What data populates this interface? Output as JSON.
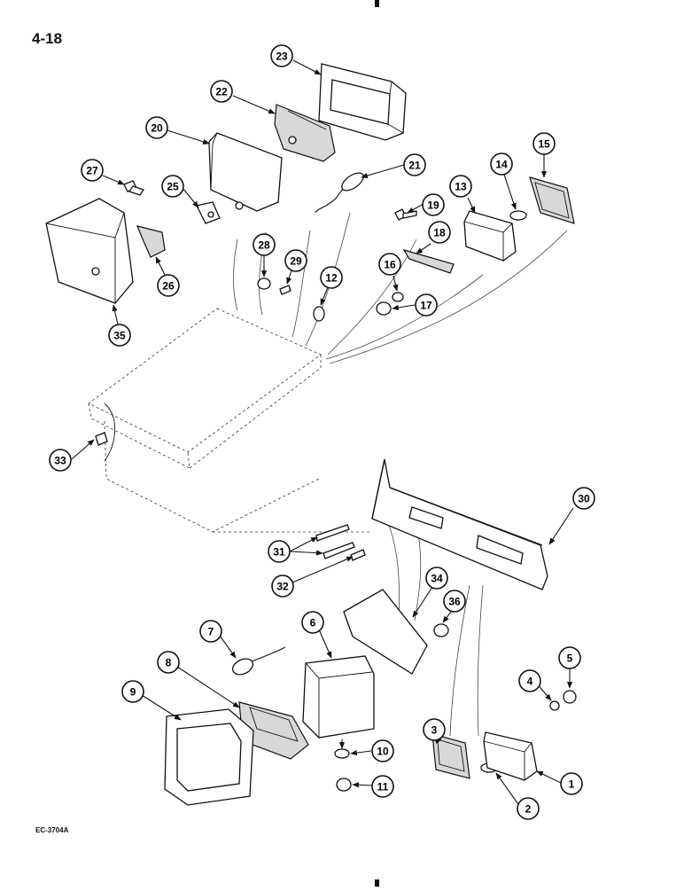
{
  "page": {
    "number": "4-18",
    "ref_code": "EC-3704A"
  },
  "callouts": [
    "1",
    "2",
    "3",
    "4",
    "5",
    "6",
    "7",
    "8",
    "9",
    "10",
    "11",
    "12",
    "13",
    "14",
    "15",
    "16",
    "17",
    "18",
    "19",
    "20",
    "21",
    "22",
    "23",
    "25",
    "26",
    "27",
    "28",
    "29",
    "30",
    "31",
    "32",
    "33",
    "34",
    "35",
    "36"
  ]
}
